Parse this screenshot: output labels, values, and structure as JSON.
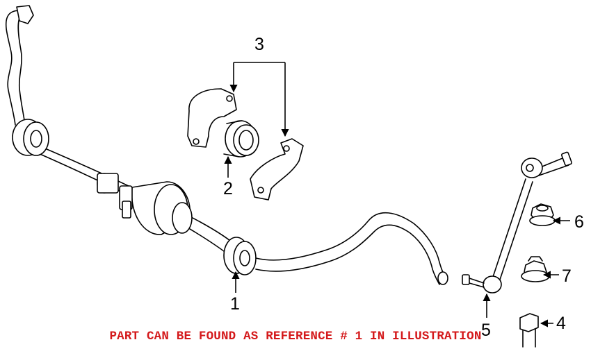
{
  "callouts": {
    "c1": "1",
    "c2": "2",
    "c3": "3",
    "c4": "4",
    "c5": "5",
    "c6": "6",
    "c7": "7"
  },
  "footer": {
    "text": "PART CAN BE FOUND AS REFERENCE # 1 IN ILLUSTRATION",
    "color": "#d4191b"
  }
}
